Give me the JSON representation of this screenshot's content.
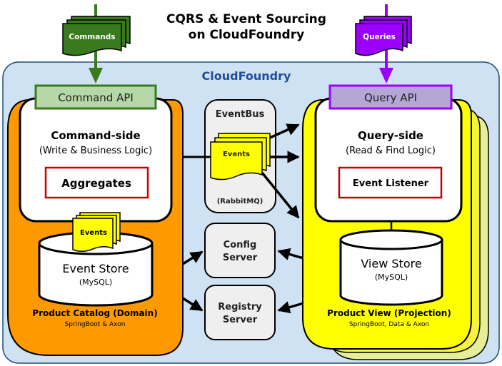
{
  "title": {
    "line1": "CQRS & Event Sourcing",
    "line2": "on CloudFoundry"
  },
  "platform": {
    "label": "CloudFoundry"
  },
  "inputs": {
    "commands": "Commands",
    "queries": "Queries"
  },
  "command_service": {
    "api_label": "Command API",
    "side_title": "Command-side",
    "side_subtitle": "(Write & Business Logic)",
    "component": "Aggregates",
    "events_label": "Events",
    "store_name": "Event Store",
    "store_db": "(MySQL)",
    "service_name": "Product Catalog (Domain)",
    "service_tech": "SpringBoot & Axon"
  },
  "eventbus": {
    "title": "EventBus",
    "events_label": "Events",
    "tech": "(RabbitMQ)"
  },
  "config_server": {
    "line1": "Config",
    "line2": "Server"
  },
  "registry_server": {
    "line1": "Registry",
    "line2": "Server"
  },
  "query_service": {
    "api_label": "Query API",
    "side_title": "Query-side",
    "side_subtitle": "(Read & Find Logic)",
    "component": "Event Listener",
    "store_name": "View Store",
    "store_db": "(MySQL)",
    "service_name": "Product View (Projection)",
    "service_tech": "SpringBoot, Data & Axon"
  },
  "colors": {
    "command_green": "#3a7a1e",
    "command_api_fill": "#b6d7a8",
    "query_purple": "#9b00ff",
    "query_api_fill": "#b4a7d6",
    "platform_fill": "#cfe2f3",
    "platform_border": "#1f4e79",
    "platform_label": "#1f4e9a",
    "command_service_fill": "#ff9900",
    "query_service_fill": "#ffff00",
    "events_fill": "#ffff00",
    "component_border": "#cc0000",
    "server_fill": "#efefef"
  }
}
